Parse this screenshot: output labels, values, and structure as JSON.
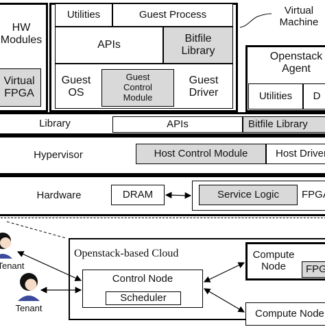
{
  "vm_left": {
    "hw_modules": "HW\nModules",
    "virtual_fpga": "Virtual\nFPGA"
  },
  "vm_main": {
    "utilities": "Utilities",
    "guest_process": "Guest Process",
    "apis": "APIs",
    "bitfile_library": "Bitfile\nLibrary",
    "guest_os": "Guest\nOS",
    "guest_control_module": "Guest\nControl\nModule",
    "guest_driver": "Guest\nDriver"
  },
  "virtual_machine_label": "Virtual\nMachine",
  "openstack_agent": {
    "label": "Openstack\nAgent",
    "utilities": "Utilities",
    "partial": "D"
  },
  "library_row": {
    "label": "Library",
    "apis": "APIs",
    "bitfile_library": "Bitfile Library"
  },
  "hypervisor_row": {
    "label": "Hypervisor",
    "host_control_module": "Host Control Module",
    "host_driver": "Host Driver"
  },
  "hardware_row": {
    "label": "Hardware",
    "dram": "DRAM",
    "service_logic": "Service Logic",
    "fpga": "FPGA"
  },
  "cloud": {
    "title": "Openstack-based Cloud",
    "control_node": "Control Node",
    "scheduler": "Scheduler",
    "compute_node_1": "Compute\nNode",
    "compute_node_1_partial": "FPG",
    "compute_node_2": "Compute Node"
  },
  "tenants": {
    "tenant_top": "Tenant",
    "tenant_bottom": "Tenant"
  }
}
